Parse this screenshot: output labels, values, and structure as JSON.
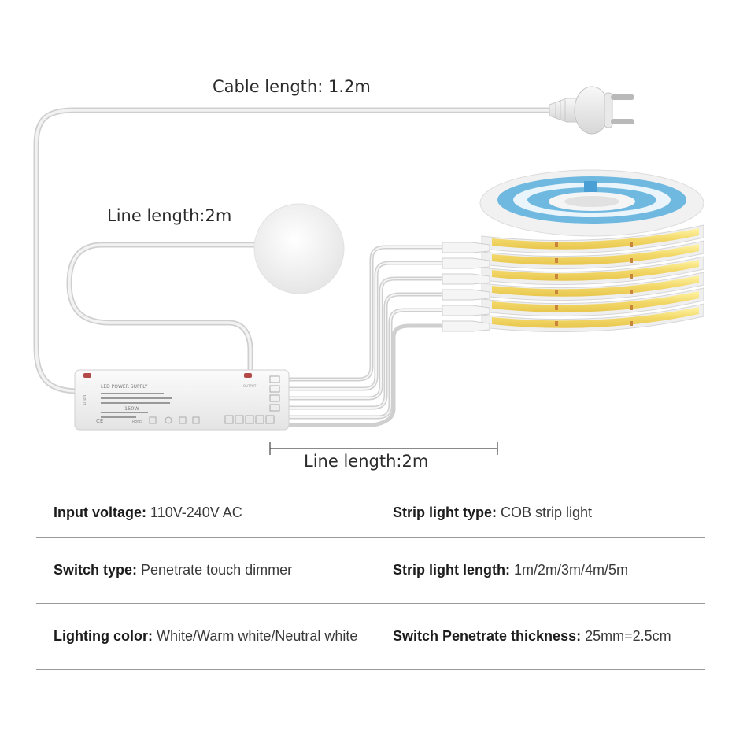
{
  "captions": {
    "cable_length": "Cable length: 1.2m",
    "switch_line_length": "Line length:2m",
    "strip_line_length": "Line length:2m"
  },
  "power_supply": {
    "title": "LED POWER SUPPLY",
    "power": "150W",
    "port_left": "INPUT",
    "port_right": "OUTPUT",
    "marks": [
      "CE",
      "RoHS"
    ]
  },
  "specs": {
    "rows": [
      {
        "left": {
          "label": "Input voltage:",
          "value": "110V-240V AC"
        },
        "right": {
          "label": "Strip light type:",
          "value": "COB strip light"
        }
      },
      {
        "left": {
          "label": "Switch type:",
          "value": "Penetrate touch dimmer"
        },
        "right": {
          "label": "Strip light length:",
          "value": "1m/2m/3m/4m/5m"
        }
      },
      {
        "left": {
          "label": "Lighting color:",
          "value": "White/Warm white/Neutral white"
        },
        "right": {
          "label": "Switch Penetrate thickness:",
          "value": "25mm=2.5cm"
        }
      }
    ]
  },
  "colors": {
    "cable": "#d9d9d9",
    "strip_yellow": "#f6e27a",
    "reel_blue": "#6fb8e0",
    "divider": "#9a9a9a"
  }
}
